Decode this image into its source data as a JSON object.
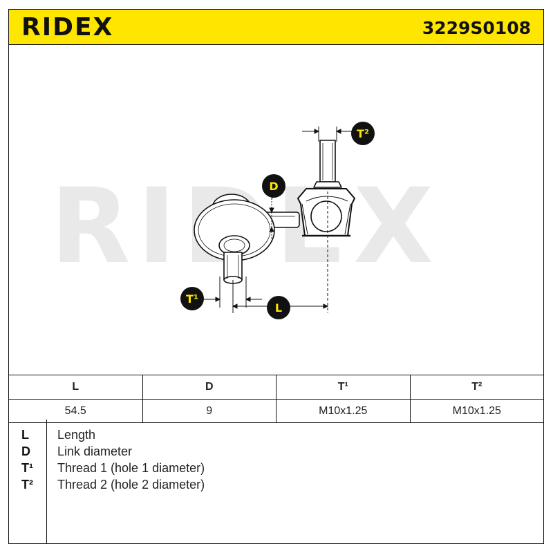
{
  "header": {
    "brand": "RIDEX",
    "part_number": "3229S0108"
  },
  "watermark": "RIDEX",
  "callouts": {
    "t2": "T²",
    "d": "D",
    "t1": "T¹",
    "l": "L"
  },
  "specs": {
    "headers": [
      "L",
      "D",
      "T¹",
      "T²"
    ],
    "values": [
      "54.5",
      "9",
      "M10x1.25",
      "M10x1.25"
    ]
  },
  "legend": [
    {
      "key": "L",
      "label": "Length"
    },
    {
      "key": "D",
      "label": "Link diameter"
    },
    {
      "key": "T¹",
      "label": "Thread 1 (hole 1 diameter)"
    },
    {
      "key": "T²",
      "label": "Thread 2 (hole 2 diameter)"
    }
  ],
  "colors": {
    "brand_yellow": "#ffe600",
    "ink": "#111111",
    "watermark_gray": "#e9e9e9"
  }
}
